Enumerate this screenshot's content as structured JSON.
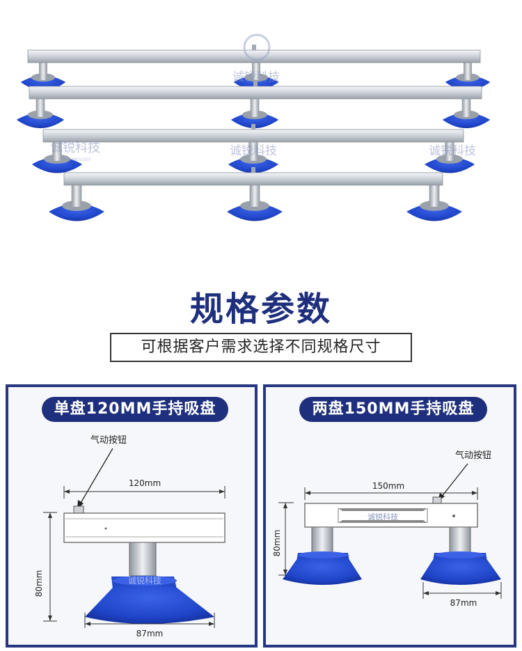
{
  "watermark": {
    "text": "诚锐科技",
    "subtext": "TECHNOLOGY"
  },
  "headline": "规格参数",
  "subheading": "可根据客户需求选择不同规格尺寸",
  "panels": [
    {
      "title": "单盘120MM手持吸盘",
      "button_label": "气动按钮",
      "width_dim": "120mm",
      "height_dim": "80mm",
      "cup_dim": "87mm"
    },
    {
      "title": "两盘150MM手持吸盘",
      "button_label": "气动按钮",
      "width_dim": "150mm",
      "height_dim": "80mm",
      "cup_dim": "87mm",
      "watermark": "诚锐科技"
    }
  ],
  "colors": {
    "navy": "#1e2f7d",
    "cup_blue": "#1f44c8",
    "aluminium": "#d7dbe0"
  }
}
